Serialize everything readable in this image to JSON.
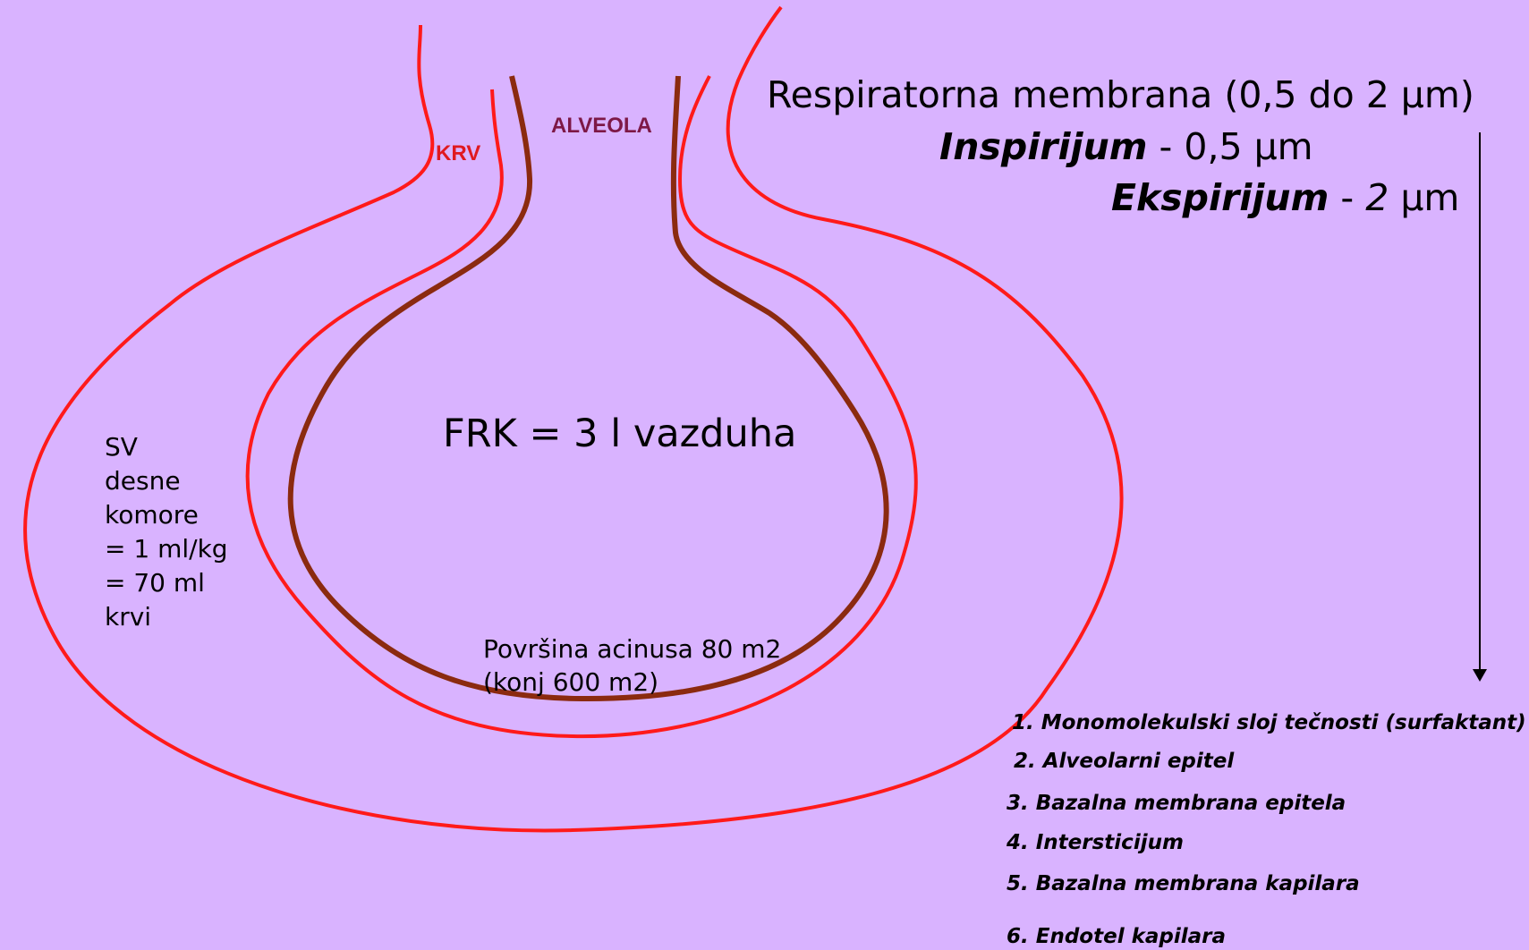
{
  "labels": {
    "krv": "KRV",
    "alveola": "ALVEOLA"
  },
  "membrane": {
    "title": "Respiratorna membrana (0,5 do 2 μm)",
    "inspirijum_term": "Inspirijum",
    "inspirijum_value": " - 0,5 μm",
    "ekspirijum_term": "Ekspirijum",
    "ekspirijum_value_prefix": " - ",
    "ekspirijum_value_number": "2",
    "ekspirijum_value_unit": " μm"
  },
  "sv_note": [
    "SV",
    "desne",
    "komore",
    "= 1 ml/kg",
    "= 70 ml",
    "krvi"
  ],
  "frk": "FRK = 3 l vazduha",
  "surface": [
    "Površina acinusa 80 m2",
    "(konj 600 m2)"
  ],
  "layers": [
    "1. Monomolekulski sloj tečnosti (surfaktant)",
    "2. Alveolarni epitel",
    "3. Bazalna membrana epitela",
    "4. Intersticijum",
    "5. Bazalna membrana kapilara",
    "6. Endotel kapilara"
  ],
  "colors": {
    "background": "#d9b3ff",
    "blood_line": "#ff1a1a",
    "alveola_line": "#8b2a0f",
    "krv_text": "#e0191f",
    "alveola_text": "#7d1846"
  }
}
